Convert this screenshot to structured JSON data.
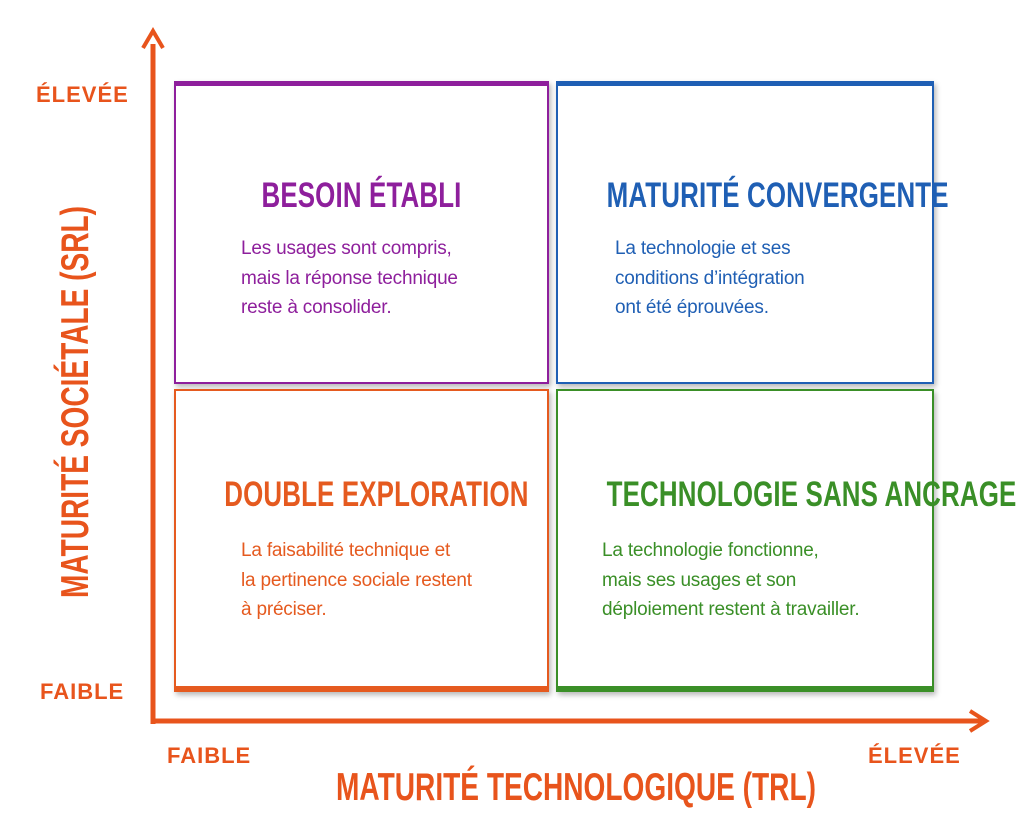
{
  "colors": {
    "axis": "#e8541c",
    "purple": "#8e1f9c",
    "blue": "#1f5fb4",
    "orange": "#e55a1f",
    "green": "#3a8f27"
  },
  "axes": {
    "x_title": "MATURITÉ TECHNOLOGIQUE (TRL)",
    "y_title": "MATURITÉ SOCIÉTALE (SRL)",
    "x_low": "FAIBLE",
    "x_high": "ÉLEVÉE",
    "y_low": "FAIBLE",
    "y_high": "ÉLEVÉE"
  },
  "quadrants": {
    "top_left": {
      "title": "BESOIN ÉTABLI",
      "text": "Les usages sont compris,\nmais la réponse technique\nreste à consolider."
    },
    "top_right": {
      "title": "MATURITÉ CONVERGENTE",
      "text": "La technologie et ses\nconditions d’intégration\nont été éprouvées."
    },
    "bottom_left": {
      "title": "DOUBLE EXPLORATION",
      "text": "La faisabilité technique et\nla pertinence sociale restent\nà préciser."
    },
    "bottom_right": {
      "title": "TECHNOLOGIE SANS ANCRAGE",
      "text": "La technologie fonctionne,\nmais ses usages et son\ndéploiement restent à travailler."
    }
  }
}
